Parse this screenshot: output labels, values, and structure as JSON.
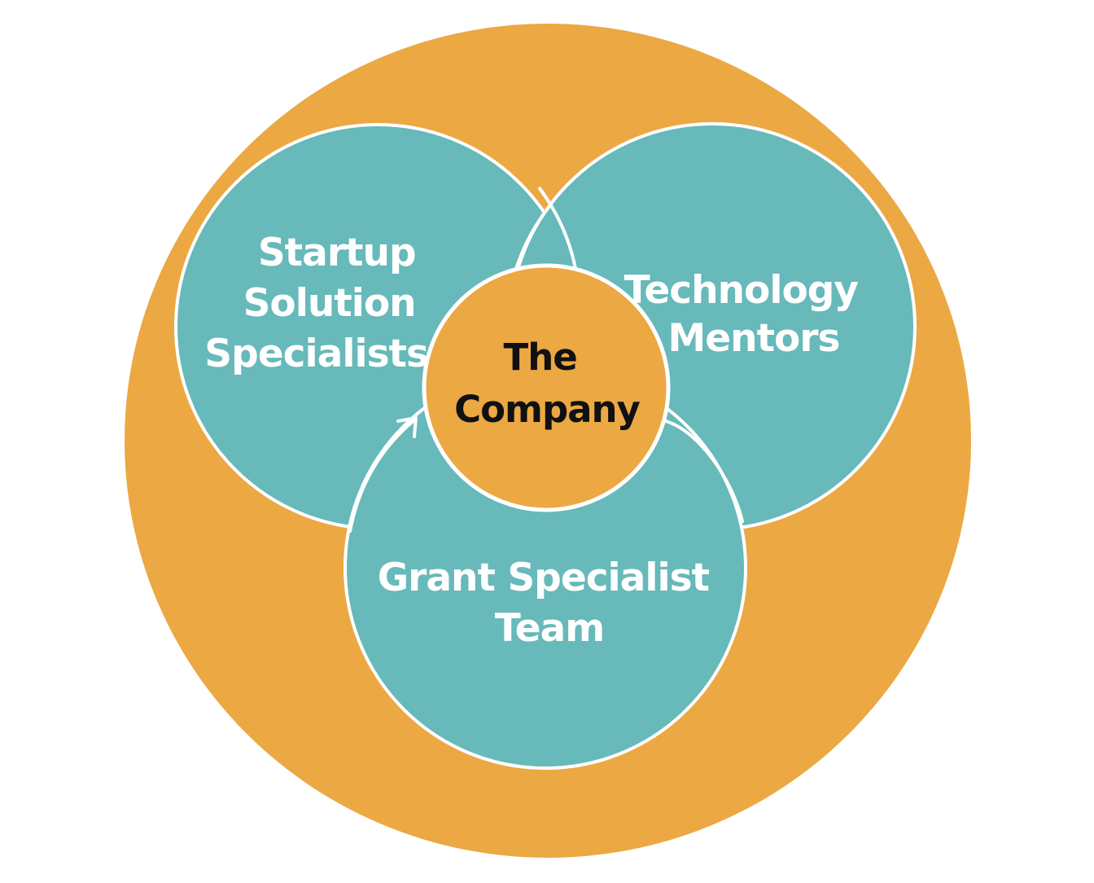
{
  "diagram": {
    "colors": {
      "outer_fill": "#EBA843",
      "circle_fill": "#67B9BA",
      "center_fill": "#EBA843",
      "stroke": "#FFFFFF",
      "label_text": "#FFFFFF",
      "center_text": "#111111"
    },
    "center": {
      "line1": "The",
      "line2": "Company"
    },
    "circles": {
      "left": {
        "line1": "Startup",
        "line2": "Solution",
        "line3": "Specialists"
      },
      "right": {
        "line1": "Technology",
        "line2": "Mentors"
      },
      "bottom": {
        "line1": "Grant Specialist",
        "line2": "Team"
      }
    }
  }
}
